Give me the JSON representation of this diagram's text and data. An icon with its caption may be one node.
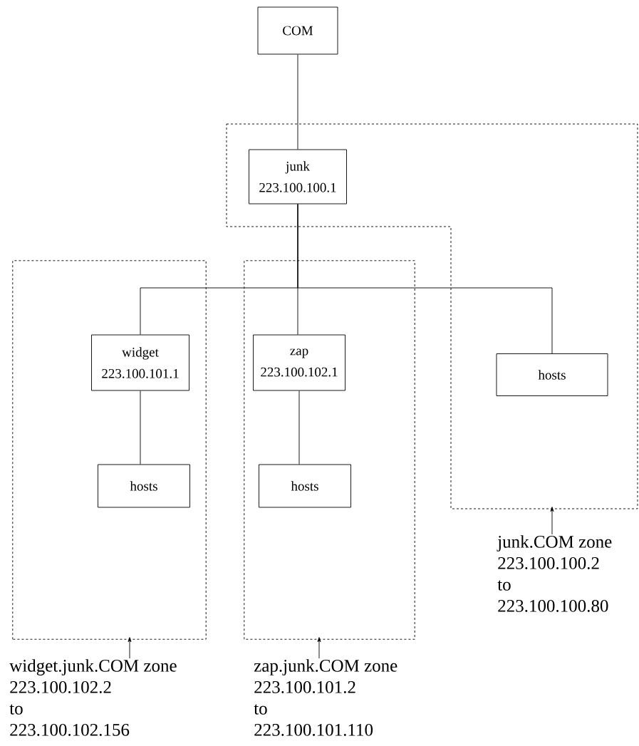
{
  "diagram": {
    "nodes": [
      {
        "text": [
          "COM"
        ]
      },
      {
        "text": [],
        "shape": "box"
      },
      {
        "text": [
          "junk",
          "223.100.100.1"
        ],
        "in": 1
      },
      {
        "text": [],
        "shape": "box"
      },
      {
        "text": [
          "widget",
          "223.100.101.1"
        ],
        "in": 3
      },
      {
        "text": [
          "hosts"
        ],
        "in": 3
      },
      {
        "text": [],
        "shape": "box"
      },
      {
        "text": [
          "zap",
          "223.100.102.1"
        ],
        "in": 6
      },
      {
        "text": [
          "hosts"
        ],
        "in": 6
      },
      {
        "text": [
          "hosts"
        ],
        "in": 1
      },
      {
        "text": [
          "junk.COM zone",
          "223.100.100.2",
          "to",
          "223.100.100.80"
        ]
      },
      {
        "text": [
          "widget.junk.COM zone",
          "223.100.102.2",
          "to",
          "223.100.102.156"
        ]
      },
      {
        "text": [
          "zap.junk.COM zone",
          "223.100.101.2",
          "to",
          "223.100.101.110"
        ]
      }
    ],
    "edges": [
      {
        "from": 0,
        "to": 2,
        "arrow": "none"
      },
      {
        "from": 2,
        "to": 7,
        "arrow": "none"
      },
      {
        "from": 2,
        "to": 4,
        "arrow": "none"
      },
      {
        "from": 2,
        "to": 9,
        "arrow": "none"
      },
      {
        "from": 4,
        "to": 5,
        "arrow": "none"
      },
      {
        "from": 7,
        "to": 8,
        "arrow": "none"
      },
      {
        "from": 10,
        "to": 1,
        "arrow": "to"
      },
      {
        "from": 11,
        "to": 3,
        "arrow": "to"
      },
      {
        "from": 12,
        "to": 6,
        "arrow": "to"
      }
    ]
  }
}
